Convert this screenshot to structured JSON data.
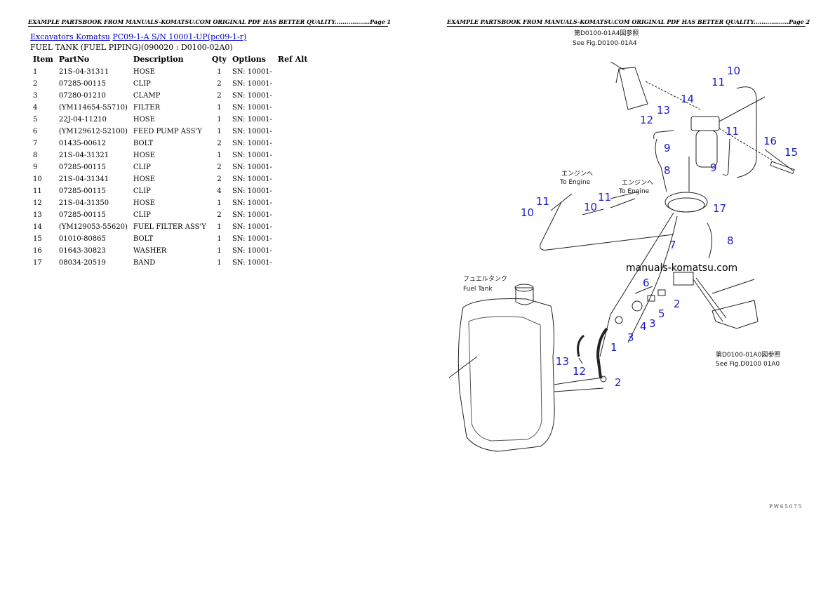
{
  "headers": {
    "page1": "EXAMPLE PARTSBOOK FROM MANUALS-KOMATSU.COM ORIGINAL PDF HAS BETTER QUALITY..................Page 1",
    "page2": "EXAMPLE PARTSBOOK FROM MANUALS-KOMATSU.COM ORIGINAL PDF HAS BETTER QUALITY..................Page 2"
  },
  "breadcrumb": {
    "link1": "Excavators Komatsu",
    "link2": "PC09-1-A S/N 10001-UP(pc09-1-r)"
  },
  "subtitle": "FUEL TANK (FUEL PIPING)(090020 : D0100-02A0)",
  "table": {
    "columns": [
      "Item",
      "PartNo",
      "Description",
      "Qty",
      "Options",
      "Ref Alt"
    ],
    "rows": [
      {
        "item": "1",
        "part": "21S-04-31311",
        "desc": "HOSE",
        "qty": "1",
        "opt": "SN: 10001-"
      },
      {
        "item": "2",
        "part": "07285-00115",
        "desc": "CLIP",
        "qty": "2",
        "opt": "SN: 10001-"
      },
      {
        "item": "3",
        "part": "07280-01210",
        "desc": "CLAMP",
        "qty": "2",
        "opt": "SN: 10001-"
      },
      {
        "item": "4",
        "part": "(YM114654-55710)",
        "desc": "FILTER",
        "qty": "1",
        "opt": "SN: 10001-"
      },
      {
        "item": "5",
        "part": "22J-04-11210",
        "desc": "HOSE",
        "qty": "1",
        "opt": "SN: 10001-"
      },
      {
        "item": "6",
        "part": "(YM129612-52100)",
        "desc": "FEED PUMP ASS'Y",
        "qty": "1",
        "opt": "SN: 10001-"
      },
      {
        "item": "7",
        "part": "01435-00612",
        "desc": "BOLT",
        "qty": "2",
        "opt": "SN: 10001-"
      },
      {
        "item": "8",
        "part": "21S-04-31321",
        "desc": "HOSE",
        "qty": "1",
        "opt": "SN: 10001-"
      },
      {
        "item": "9",
        "part": "07285-00115",
        "desc": "CLIP",
        "qty": "2",
        "opt": "SN: 10001-"
      },
      {
        "item": "10",
        "part": "21S-04-31341",
        "desc": "HOSE",
        "qty": "2",
        "opt": "SN: 10001-"
      },
      {
        "item": "11",
        "part": "07285-00115",
        "desc": "CLIP",
        "qty": "4",
        "opt": "SN: 10001-"
      },
      {
        "item": "12",
        "part": "21S-04-31350",
        "desc": "HOSE",
        "qty": "1",
        "opt": "SN: 10001-"
      },
      {
        "item": "13",
        "part": "07285-00115",
        "desc": "CLIP",
        "qty": "2",
        "opt": "SN: 10001-"
      },
      {
        "item": "14",
        "part": "(YM129053-55620)",
        "desc": "FUEL FILTER ASS'Y",
        "qty": "1",
        "opt": "SN: 10001-"
      },
      {
        "item": "15",
        "part": "01010-80865",
        "desc": "BOLT",
        "qty": "1",
        "opt": "SN: 10001-"
      },
      {
        "item": "16",
        "part": "01643-30823",
        "desc": "WASHER",
        "qty": "1",
        "opt": "SN: 10001-"
      },
      {
        "item": "17",
        "part": "08034-20519",
        "desc": "BAND",
        "qty": "1",
        "opt": "SN: 10001-"
      }
    ]
  },
  "diagram": {
    "ref_top_jp": "第D0100-01A4図参照",
    "ref_top_en": "See Fig.D0100-01A4",
    "engine_jp": "エンジンへ",
    "engine_en": "To Engine",
    "tank_jp": "フュエルタンク",
    "tank_en": "Fuel Tank",
    "watermark": "manuals-komatsu.com",
    "ref_bottom_jp": "第D0100-01A0図参照",
    "ref_bottom_en": "See Fig.D0100 01A0",
    "code": "PW65075",
    "callouts": [
      "1",
      "2",
      "2",
      "3",
      "3",
      "4",
      "5",
      "6",
      "7",
      "8",
      "8",
      "9",
      "9",
      "10",
      "10",
      "10",
      "11",
      "11",
      "11",
      "11",
      "12",
      "12",
      "13",
      "13",
      "14",
      "15",
      "16",
      "17"
    ],
    "callout_color": "#1a1acc"
  }
}
